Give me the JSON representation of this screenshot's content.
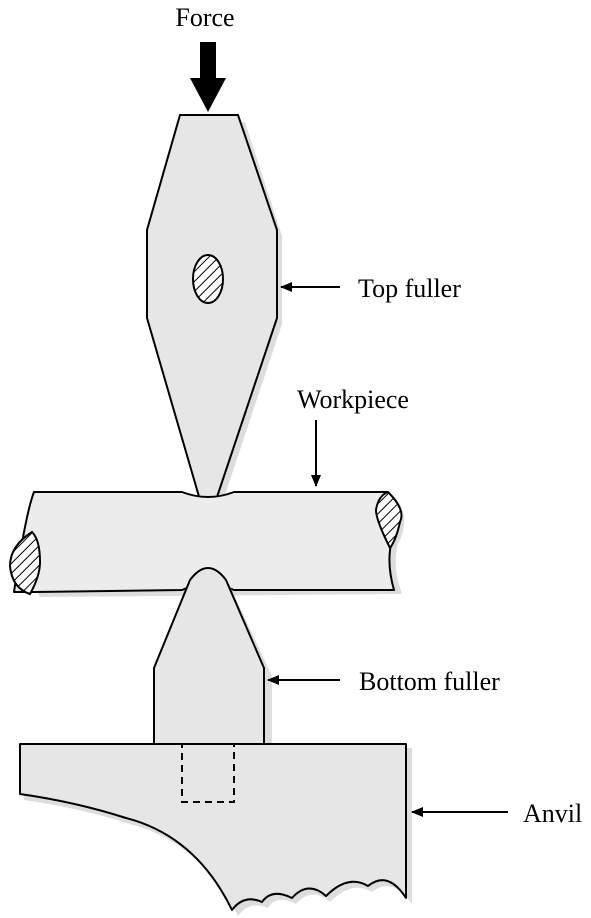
{
  "labels": {
    "force": "Force",
    "top_fuller": "Top fuller",
    "workpiece": "Workpiece",
    "bottom_fuller": "Bottom fuller",
    "anvil": "Anvil"
  },
  "colors": {
    "part_fill": "#e6e6e6",
    "shadow": "#bfbfbf",
    "outline": "#000000"
  }
}
